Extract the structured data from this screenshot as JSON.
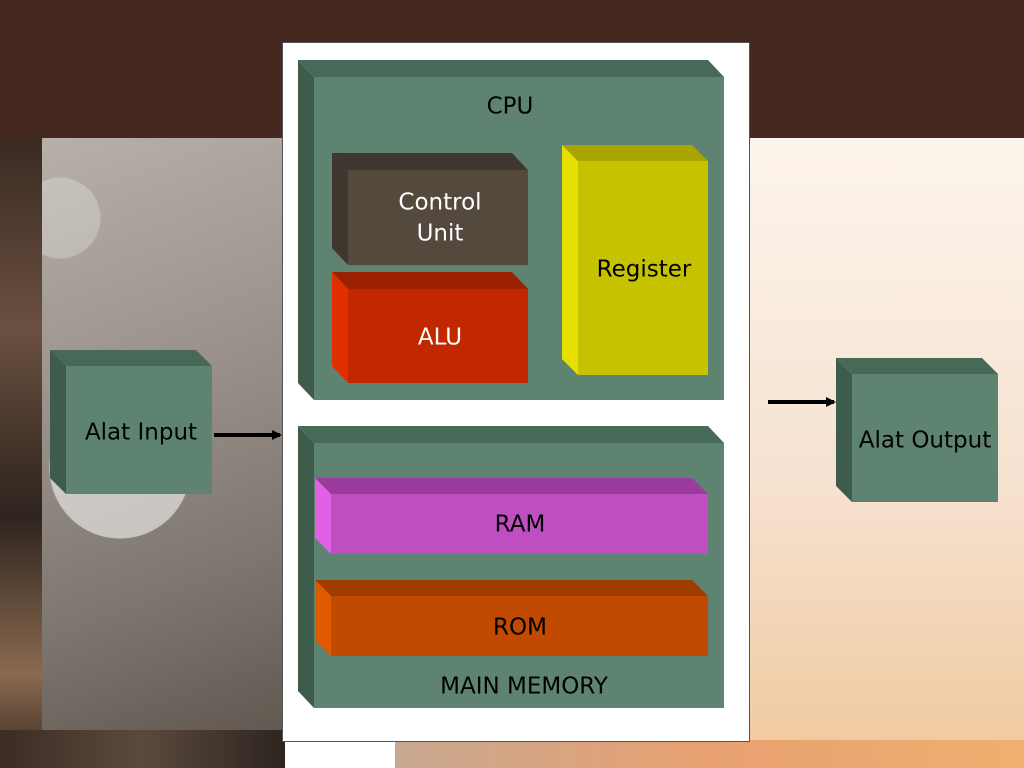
{
  "colors": {
    "teal_front": "#5e8371",
    "teal_top": "#476a58",
    "teal_side": "#3d5c4c",
    "control_front": "#54493d",
    "control_top": "#3f372f",
    "alu_front": "#c32700",
    "alu_top": "#9c2100",
    "alu_side": "#e03000",
    "register_front": "#c7c200",
    "register_top": "#a9a400",
    "register_side": "#e6e000",
    "ram_front": "#bf4ec1",
    "ram_top": "#9a3c9c",
    "ram_side": "#e060e6",
    "rom_front": "#c24a00",
    "rom_top": "#a03c00",
    "rom_side": "#e05a00",
    "arrow": "#000000"
  },
  "labels": {
    "cpu": "CPU",
    "control_unit_line1": "Control",
    "control_unit_line2": "Unit",
    "register": "Register",
    "alu": "ALU",
    "ram": "RAM",
    "rom": "ROM",
    "main_memory": "MAIN MEMORY",
    "alat_input": "Alat Input",
    "alat_output": "Alat Output"
  }
}
